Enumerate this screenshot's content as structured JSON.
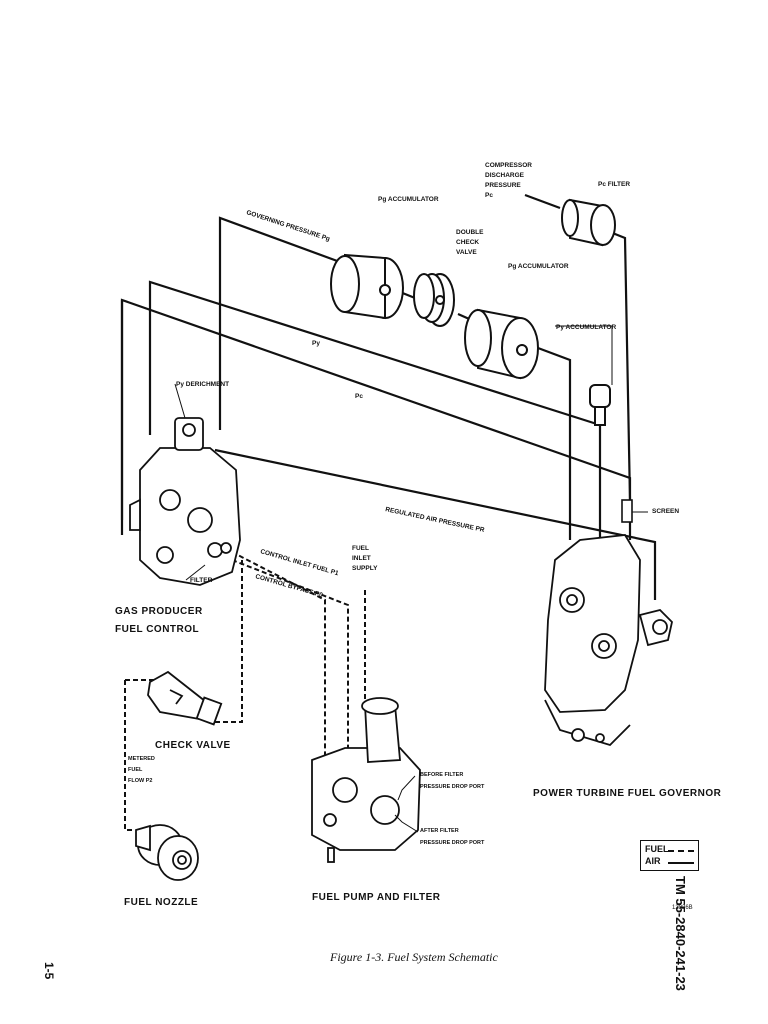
{
  "figure": {
    "caption": "Figure 1-3. Fuel System Schematic",
    "tm_number": "TM 55-2840-241-23",
    "page_number": "1-5",
    "drawing_number": "12826B"
  },
  "components": {
    "gas_producer_line1": "GAS PRODUCER",
    "gas_producer_line2": "FUEL CONTROL",
    "check_valve": "CHECK VALVE",
    "fuel_nozzle": "FUEL NOZZLE",
    "fuel_pump": "FUEL PUMP AND FILTER",
    "power_turbine": "POWER TURBINE FUEL GOVERNOR"
  },
  "labels": {
    "compressor_line1": "COMPRESSOR",
    "compressor_line2": "DISCHARGE",
    "compressor_line3": "PRESSURE",
    "compressor_line4": "Pc",
    "pc_filter": "Pc FILTER",
    "pg_accumulator_top": "Pg ACCUMULATOR",
    "governing_pressure": "GOVERNING PRESSURE Pg",
    "double_check_line1": "DOUBLE",
    "double_check_line2": "CHECK",
    "double_check_line3": "VALVE",
    "pg_accumulator_mid": "Pg ACCUMULATOR",
    "py_accumulator": "Py ACCUMULATOR",
    "py_line": "Py",
    "pc_line": "Pc",
    "py_derichment": "Py DERICHMENT",
    "screen": "SCREEN",
    "regulated_air": "REGULATED AIR PRESSURE PR",
    "control_inlet": "CONTROL INLET FUEL P1",
    "control_bypass": "CONTROL BYPASS P0",
    "fuel_inlet_line1": "FUEL",
    "fuel_inlet_line2": "INLET",
    "fuel_inlet_line3": "SUPPLY",
    "filter": "FILTER",
    "metered_line1": "METERED",
    "metered_line2": "FUEL",
    "metered_line3": "FLOW P2",
    "before_filter_line1": "BEFORE FILTER",
    "before_filter_line2": "PRESSURE DROP PORT",
    "after_filter_line1": "AFTER FILTER",
    "after_filter_line2": "PRESSURE DROP PORT"
  },
  "legend": {
    "fuel": "FUEL",
    "air": "AIR"
  }
}
